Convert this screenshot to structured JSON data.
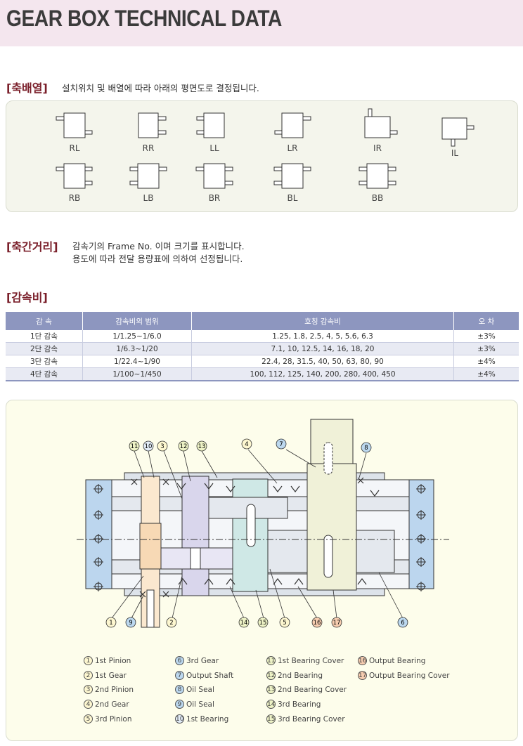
{
  "header": {
    "title": "GEAR BOX TECHNICAL DATA"
  },
  "shaft_arrangement": {
    "title": "[축배열]",
    "description": "설치위치 및 배열에 따라 아래의 평면도로 결정됩니다.",
    "row1": [
      "RL",
      "RR",
      "LL",
      "LR",
      "IR",
      "IL"
    ],
    "row2": [
      "RB",
      "LB",
      "BR",
      "BL",
      "BB"
    ]
  },
  "center_distance": {
    "title": "[축간거리]",
    "line1": "감속기의 Frame No. 이며 크기를 표시합니다.",
    "line2": "용도에 따라 전달 용량표에 의하여 선정됩니다."
  },
  "reduction_ratio": {
    "title": "[감속비]",
    "headers": [
      "감 속",
      "감속비의 범위",
      "호칭 감속비",
      "오 차"
    ],
    "rows": [
      [
        "1단 감속",
        "1/1.25~1/6.0",
        "1.25,  1.8,  2.5,  4,  5,  5.6,  6.3",
        "±3%"
      ],
      [
        "2단 감속",
        "1/6.3~1/20",
        "7.1,  10,  12.5,  14,  16,  18,  20",
        "±3%"
      ],
      [
        "3단 감속",
        "1/22.4~1/90",
        "22.4,  28,  31.5,  40,  50,  63,  80,  90",
        "±4%"
      ],
      [
        "4단 감속",
        "1/100~1/450",
        "100,  112,  125,  140,  200,  280,  400,  450",
        "±4%"
      ]
    ]
  },
  "diagram": {
    "callouts": [
      {
        "num": "11",
        "color": "#eef3c6"
      },
      {
        "num": "10",
        "color": "#e2ecf7"
      },
      {
        "num": "3",
        "color": "#fdf7d0"
      },
      {
        "num": "12",
        "color": "#eef3c6"
      },
      {
        "num": "13",
        "color": "#eef3c6"
      },
      {
        "num": "4",
        "color": "#fdf7d0"
      },
      {
        "num": "7",
        "color": "#bcd8ef"
      },
      {
        "num": "8",
        "color": "#bcd8ef"
      },
      {
        "num": "1",
        "color": "#fdf7d0"
      },
      {
        "num": "9",
        "color": "#bcd8ef"
      },
      {
        "num": "2",
        "color": "#fdf7d0"
      },
      {
        "num": "14",
        "color": "#eef3c6"
      },
      {
        "num": "15",
        "color": "#eef3c6"
      },
      {
        "num": "5",
        "color": "#fdf7d0"
      },
      {
        "num": "16",
        "color": "#f7cdb0"
      },
      {
        "num": "17",
        "color": "#f7cdb0"
      },
      {
        "num": "6",
        "color": "#bcd8ef"
      }
    ]
  },
  "legend": [
    {
      "num": "1",
      "label": "1st Pinion"
    },
    {
      "num": "2",
      "label": "1st Gear"
    },
    {
      "num": "3",
      "label": "2nd Pinion"
    },
    {
      "num": "4",
      "label": "2nd Gear"
    },
    {
      "num": "5",
      "label": "3rd Pinion"
    },
    {
      "num": "6",
      "label": "3rd Gear"
    },
    {
      "num": "7",
      "label": "Output Shaft"
    },
    {
      "num": "8",
      "label": "Oil Seal"
    },
    {
      "num": "9",
      "label": "Oil Seal"
    },
    {
      "num": "10",
      "label": "1st Bearing"
    },
    {
      "num": "11",
      "label": "1st Bearing Cover"
    },
    {
      "num": "12",
      "label": "2nd Bearing"
    },
    {
      "num": "13",
      "label": "2nd Bearing Cover"
    },
    {
      "num": "14",
      "label": "3rd Bearing"
    },
    {
      "num": "15",
      "label": "3rd Bearing Cover"
    },
    {
      "num": "16",
      "label": "Output Bearing"
    },
    {
      "num": "17",
      "label": "Output Bearing Cover"
    }
  ]
}
